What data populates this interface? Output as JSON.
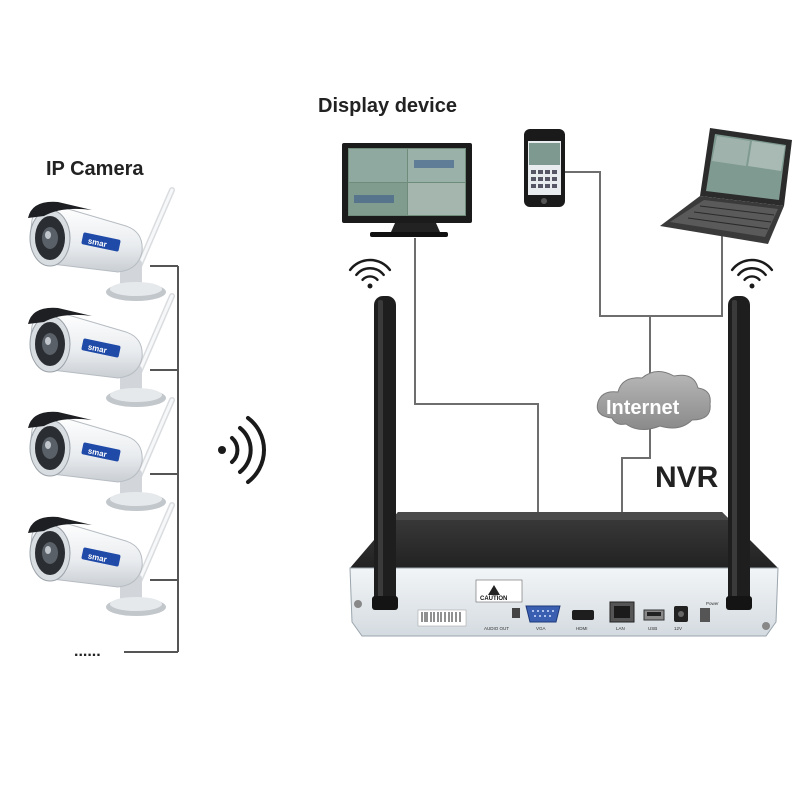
{
  "labels": {
    "ip_camera": "IP Camera",
    "display_device": "Display device",
    "internet": "Internet",
    "nvr": "NVR",
    "ellipsis": "......"
  },
  "camera": {
    "brand": "smar"
  },
  "nvr_panel": {
    "caution": "CAUTION",
    "ports": [
      "AUDIO OUT",
      "VGA",
      "HDMI",
      "LAN",
      "USB",
      "12V"
    ],
    "power": "Power"
  },
  "colors": {
    "wire": "#6e6e6e",
    "nvr_top": "#2f2f2f",
    "nvr_front": "#e6ebef",
    "cloud": "#9a9a9a",
    "antenna": "#1e1e1e"
  },
  "icons": [
    "wifi-icon",
    "camera-icon",
    "monitor-icon",
    "phone-icon",
    "laptop-icon",
    "cloud-icon",
    "antenna-icon"
  ]
}
